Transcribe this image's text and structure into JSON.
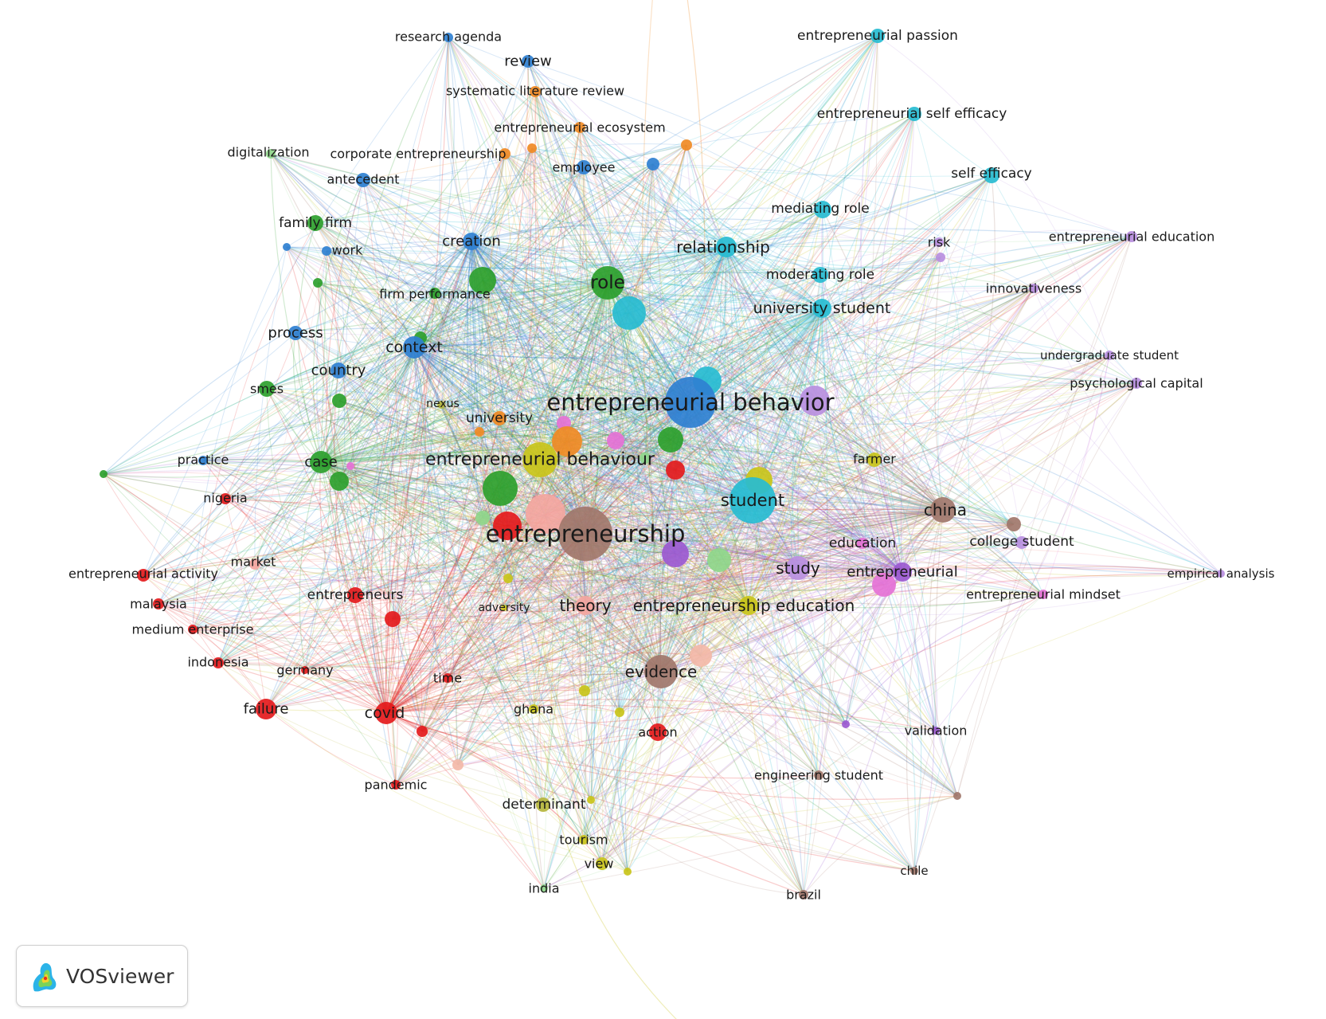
{
  "app": {
    "brand": "VOSviewer",
    "logo_icon": "vosviewer-logo-icon"
  },
  "network": {
    "cluster_colors": {
      "red": "#e41a1c",
      "green": "#2ca02c",
      "blue": "#2f80d1",
      "yellow": "#c9c41a",
      "purple": "#9b59d0",
      "cyan": "#27bcd1",
      "orange": "#f08a24",
      "brown": "#a1776b",
      "pink": "#e572d6",
      "salmon": "#f4a6a0",
      "lightgreen": "#8fd68a",
      "lavender": "#b98fe0",
      "peach": "#f3b9a8",
      "olive": "#b5b53c"
    },
    "terms": [
      "entrepreneurial behavior",
      "entrepreneurship",
      "entrepreneurial behaviour",
      "student",
      "role",
      "relationship",
      "china",
      "study",
      "theory",
      "entrepreneurship education",
      "evidence",
      "covid",
      "context",
      "creation",
      "university student",
      "entrepreneurial",
      "case",
      "process",
      "country",
      "review",
      "failure",
      "entrepreneurs",
      "university",
      "family firm",
      "self efficacy",
      "mediating role",
      "moderating role",
      "entrepreneurial passion",
      "entrepreneurial self efficacy",
      "research agenda",
      "systematic literature review",
      "entrepreneurial ecosystem",
      "corporate entrepreneurship",
      "digitalization",
      "employee",
      "antecedent",
      "work",
      "firm performance",
      "smes",
      "nexus",
      "practice",
      "nigeria",
      "market",
      "entrepreneurial activity",
      "malaysia",
      "medium enterprise",
      "indonesia",
      "germany",
      "time",
      "adversity",
      "ghana",
      "action",
      "pandemic",
      "determinant",
      "tourism",
      "view",
      "india",
      "brazil",
      "chile",
      "engineering student",
      "validation",
      "empirical analysis",
      "entrepreneurial mindset",
      "college student",
      "education",
      "farmer",
      "psychological capital",
      "undergraduate student",
      "innovativeness",
      "entrepreneurial education",
      "risk"
    ]
  }
}
